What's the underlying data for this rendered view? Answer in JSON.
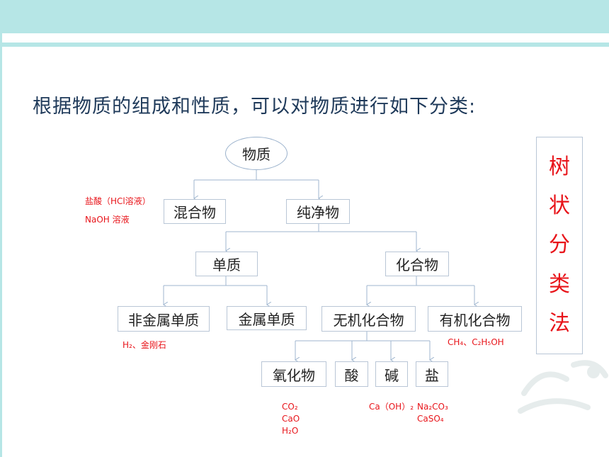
{
  "heading": "根据物质的组成和性质，可以对物质进行如下分类:",
  "nodes": {
    "root": "物质",
    "mixture": "混合物",
    "pure": "纯净物",
    "element": "单质",
    "compound": "化合物",
    "nonmetal": "非金属单质",
    "metal": "金属单质",
    "inorganic": "无机化合物",
    "organic": "有机化合物",
    "oxide": "氧化物",
    "acid": "酸",
    "base": "碱",
    "salt": "盐"
  },
  "notes": {
    "mixture_1": "盐酸（HCl溶液）",
    "mixture_2": "NaOH 溶液",
    "nonmetal_ex": "H₂、金刚石",
    "organic_ex": "CH₄、C₂H₅OH",
    "oxide_1": "CO₂",
    "oxide_2": "CaO",
    "oxide_3": "H₂O",
    "base_ex": "Ca（OH）₂",
    "salt_1": "Na₂CO₃",
    "salt_2": "CaSO₄"
  },
  "side_label": [
    "树",
    "状",
    "分",
    "类",
    "法"
  ],
  "colors": {
    "band": "#b6e6e6",
    "heading": "#1f3a5a",
    "note": "#e8141a",
    "line": "#9fb6cf"
  }
}
